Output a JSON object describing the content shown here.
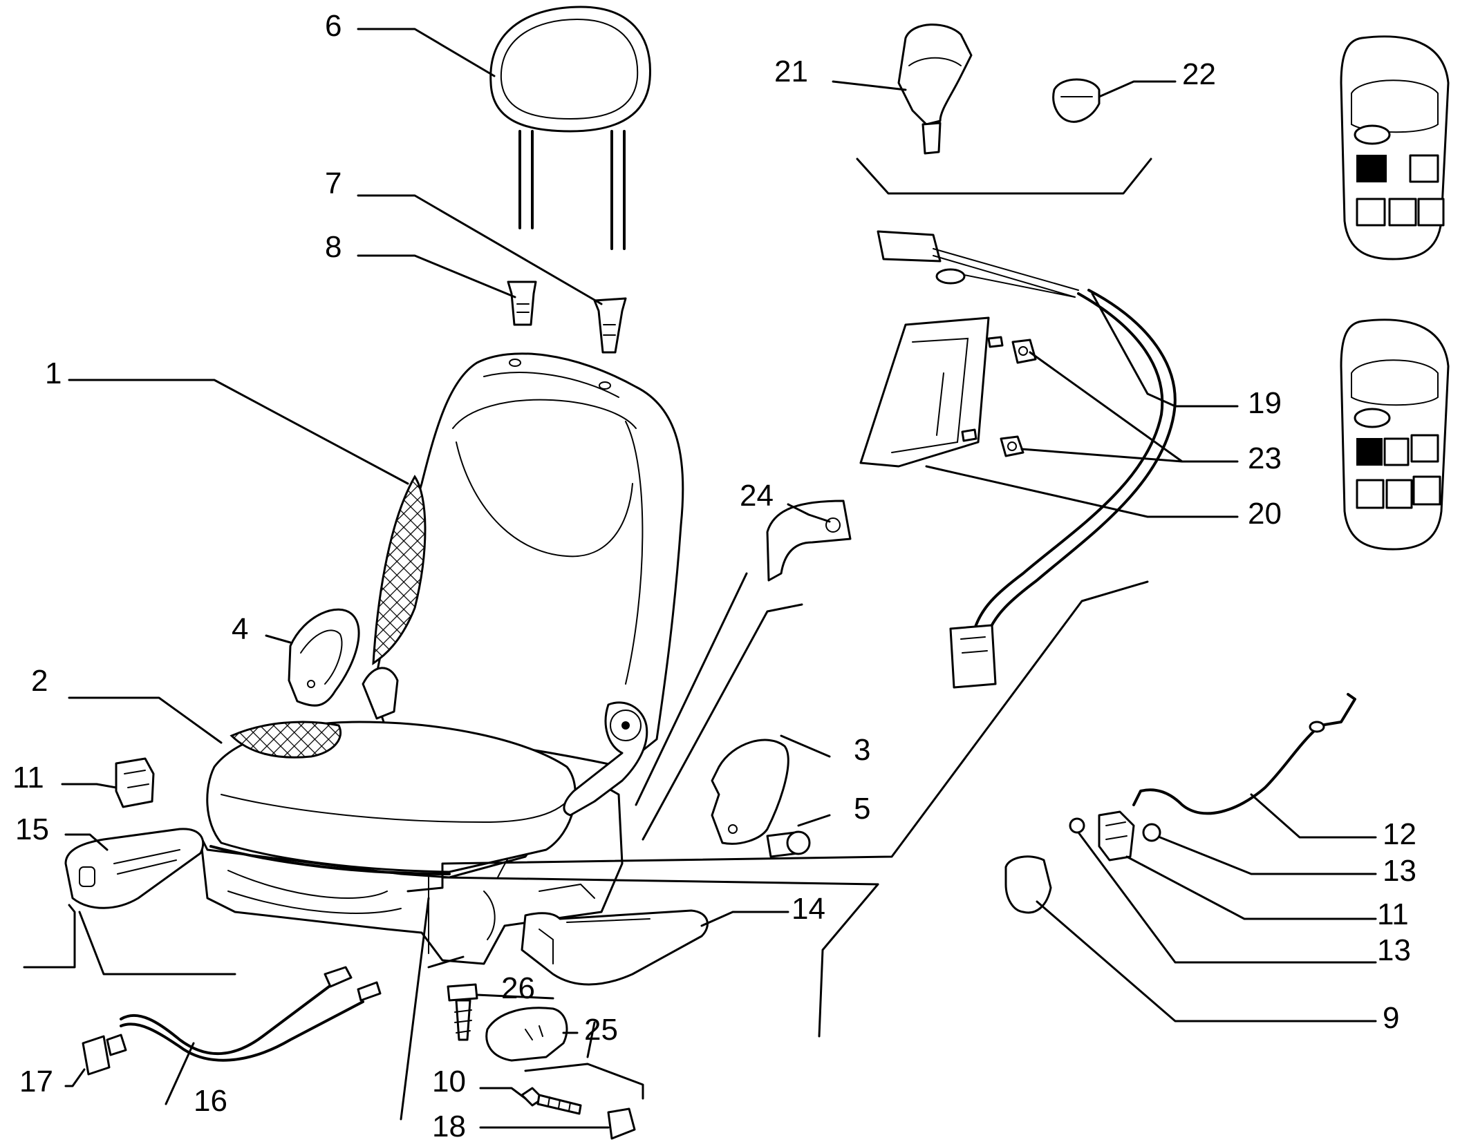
{
  "callouts": [
    {
      "id": "c1",
      "text": "1"
    },
    {
      "id": "c2",
      "text": "2"
    },
    {
      "id": "c3",
      "text": "3"
    },
    {
      "id": "c4",
      "text": "4"
    },
    {
      "id": "c5",
      "text": "5"
    },
    {
      "id": "c6",
      "text": "6"
    },
    {
      "id": "c7",
      "text": "7"
    },
    {
      "id": "c8",
      "text": "8"
    },
    {
      "id": "c9",
      "text": "9"
    },
    {
      "id": "c10",
      "text": "10"
    },
    {
      "id": "c11a",
      "text": "11"
    },
    {
      "id": "c11b",
      "text": "11"
    },
    {
      "id": "c12",
      "text": "12"
    },
    {
      "id": "c13a",
      "text": "13"
    },
    {
      "id": "c13b",
      "text": "13"
    },
    {
      "id": "c14",
      "text": "14"
    },
    {
      "id": "c15",
      "text": "15"
    },
    {
      "id": "c16",
      "text": "16"
    },
    {
      "id": "c17",
      "text": "17"
    },
    {
      "id": "c18",
      "text": "18"
    },
    {
      "id": "c19",
      "text": "19"
    },
    {
      "id": "c20",
      "text": "20"
    },
    {
      "id": "c21",
      "text": "21"
    },
    {
      "id": "c22",
      "text": "22"
    },
    {
      "id": "c23",
      "text": "23"
    },
    {
      "id": "c24",
      "text": "24"
    },
    {
      "id": "c25",
      "text": "25"
    },
    {
      "id": "c26",
      "text": "26"
    }
  ]
}
